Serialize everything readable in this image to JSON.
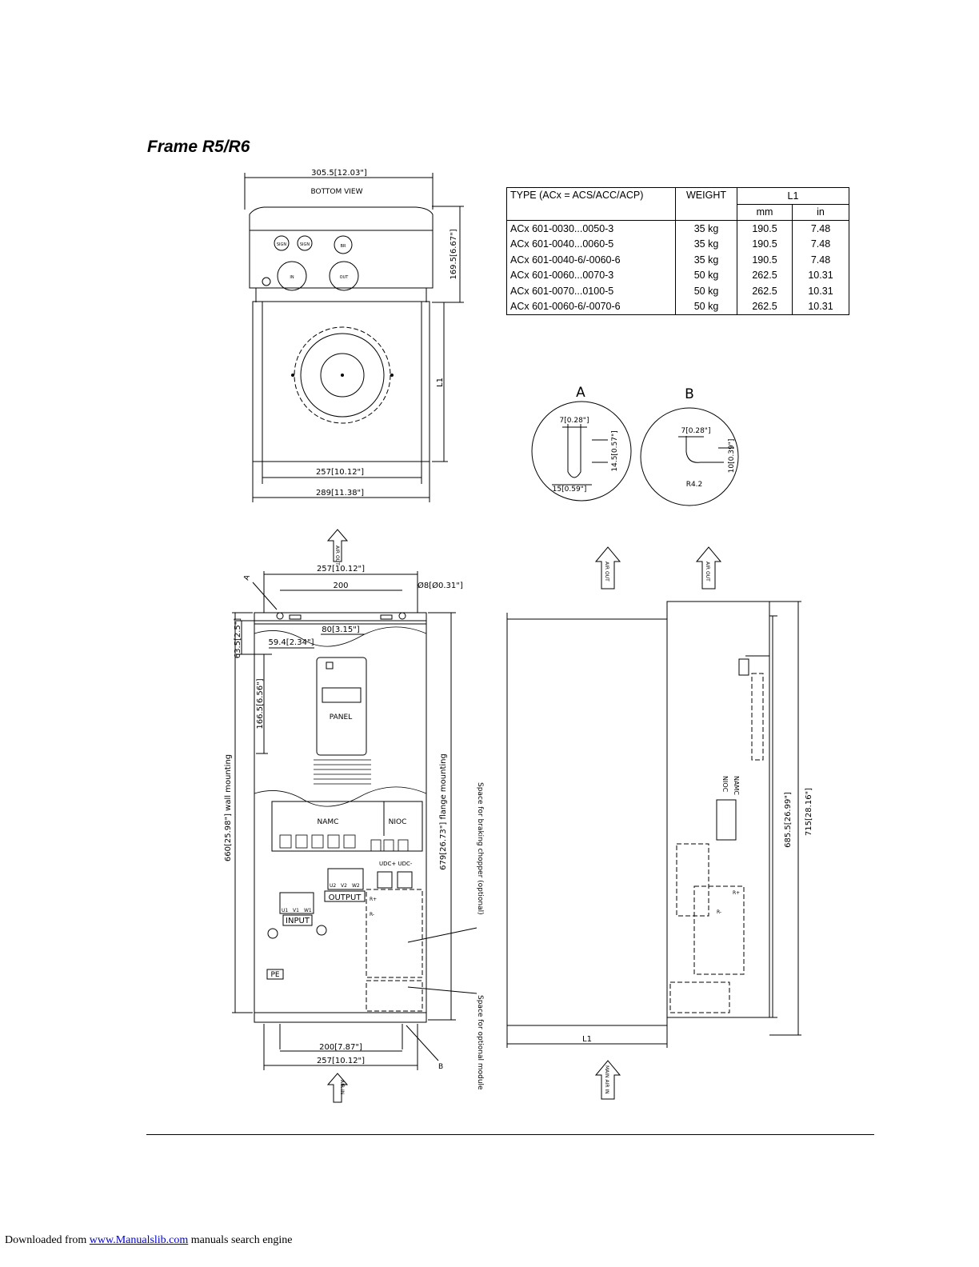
{
  "page": {
    "title": "Frame R5/R6",
    "footer": {
      "prefix": "Downloaded from",
      "link": "www.Manualslib.com",
      "suffix": "manuals search engine"
    }
  },
  "spec_table": {
    "header": {
      "type": "TYPE (ACx = ACS/ACC/ACP)",
      "weight": "WEIGHT",
      "l1": "L1",
      "mm": "mm",
      "in": "in"
    },
    "rows": [
      {
        "type": "ACx 601-0030...0050-3",
        "weight": "35 kg",
        "mm": "190.5",
        "in": "7.48"
      },
      {
        "type": "ACx 601-0040...0060-5",
        "weight": "35 kg",
        "mm": "190.5",
        "in": "7.48"
      },
      {
        "type": "ACx 601-0040-6/-0060-6",
        "weight": "35 kg",
        "mm": "190.5",
        "in": "7.48"
      },
      {
        "type": "ACx 601-0060...0070-3",
        "weight": "50 kg",
        "mm": "262.5",
        "in": "10.31"
      },
      {
        "type": "ACx 601-0070...0100-5",
        "weight": "50 kg",
        "mm": "262.5",
        "in": "10.31"
      },
      {
        "type": "ACx 601-0060-6/-0070-6",
        "weight": "50 kg",
        "mm": "262.5",
        "in": "10.31"
      }
    ]
  },
  "drawing": {
    "bottom_view": {
      "width_top": "305.5[12.03\"]",
      "label": "BOTTOM VIEW",
      "height": "169.5[6.67\"]",
      "l1": "L1",
      "width_inner": "257[10.12\"]",
      "width_outer": "289[11.38\"]",
      "holes": [
        "SIGN",
        "SIGN",
        "BR",
        "IN",
        "OUT"
      ]
    },
    "detail_a": {
      "label": "A",
      "w": "7[0.28\"]",
      "h": "14.5[0.57\"]",
      "d": "15[0.59\"]"
    },
    "detail_b": {
      "label": "B",
      "w": "7[0.28\"]",
      "h": "10[0.39\"]",
      "r": "R4.2"
    },
    "front_view": {
      "air_out": "AIR OUT",
      "air_in": "AIR IN",
      "width_top": "257[10.12\"]",
      "hole_spacing": "200",
      "hole_dia": "Ø8[Ø0.31\"]",
      "marker_a": "A",
      "marker_b": "B",
      "d80": "80[3.15\"]",
      "d59": "59.4[2.34\"]",
      "d63": "63.5[2.5\"]",
      "d166": "166.5[6.56\"]",
      "wall": "660[25.98\"]   wall  mounting",
      "flange": "679[26.73\"]  flange  mounting",
      "panel": "PANEL",
      "namc": "NAMC",
      "nioc": "NIOC",
      "udc": "UDC+  UDC-",
      "output": "OUTPUT",
      "input": "INPUT",
      "pe": "PE",
      "r_plus": "R+",
      "r_minus": "R-",
      "out_terms": [
        "U2",
        "V2",
        "W2"
      ],
      "in_terms": [
        "U1",
        "V1",
        "W1"
      ],
      "chopper_note": "Space  for  braking  chopper  (optional)",
      "module_note": "Space  for  optional  module",
      "width_bottom1": "200[7.87\"]",
      "width_bottom2": "257[10.12\"]"
    },
    "side_view": {
      "air_out": "AIR OUT",
      "main_air_in": "MAIN AIR IN",
      "h1": "685.5[26.99\"]",
      "h2": "715[28.16\"]",
      "l1": "L1",
      "namc": "NAMC",
      "nioc": "NIOC",
      "r_plus": "R+",
      "r_minus": "R-"
    }
  }
}
